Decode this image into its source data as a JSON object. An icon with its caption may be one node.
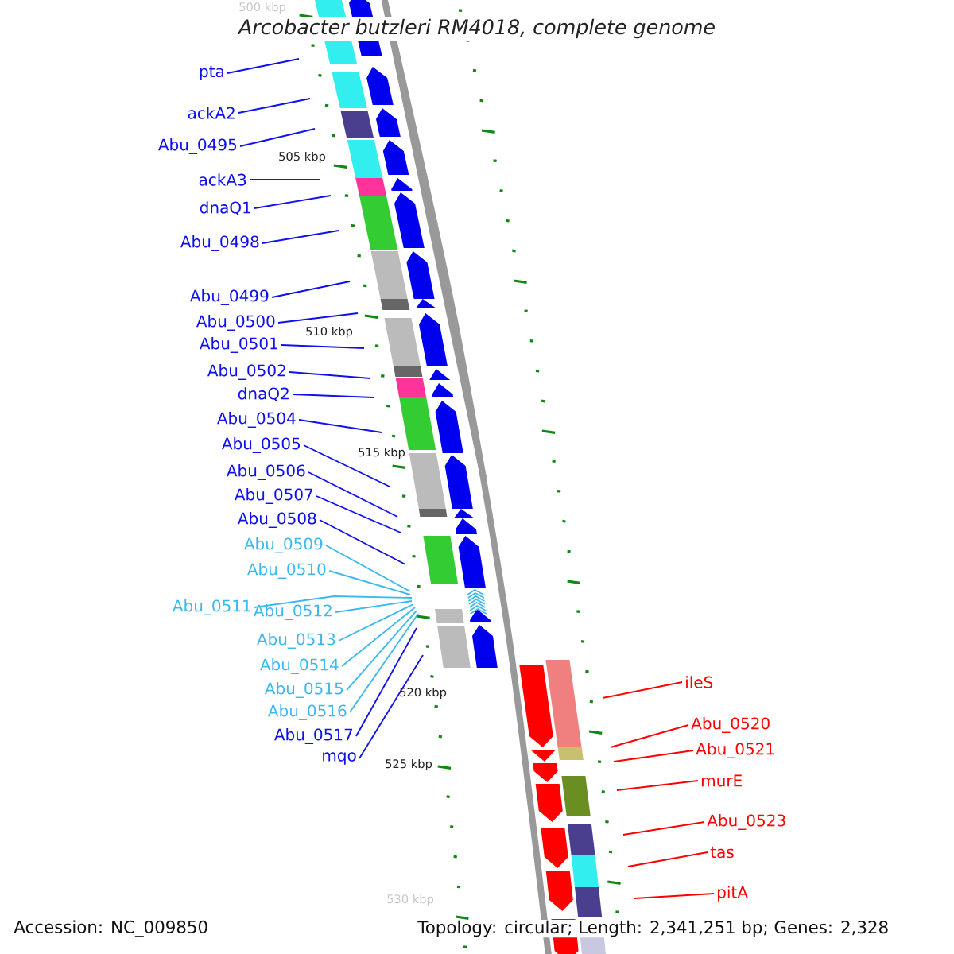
{
  "diagram": {
    "title": "Arcobacter butzleri RM4018, complete genome",
    "nodes": [
      {
        "text": [
          "pta"
        ]
      },
      {
        "text": [
          "ackA2"
        ]
      },
      {
        "text": [
          "Abu_0495"
        ]
      },
      {
        "text": [
          "ackA3"
        ]
      },
      {
        "text": [
          "dnaQ1"
        ]
      },
      {
        "text": [
          "Abu_0498"
        ]
      },
      {
        "text": [
          "Abu_0499"
        ]
      },
      {
        "text": [
          "Abu_0500"
        ]
      },
      {
        "text": [
          "Abu_0501"
        ]
      },
      {
        "text": [
          "Abu_0502"
        ]
      },
      {
        "text": [
          "dnaQ2"
        ]
      },
      {
        "text": [
          "Abu_0504"
        ]
      },
      {
        "text": [
          "Abu_0505"
        ]
      },
      {
        "text": [
          "Abu_0506"
        ]
      },
      {
        "text": [
          "Abu_0507"
        ]
      },
      {
        "text": [
          "Abu_0508"
        ]
      },
      {
        "text": [
          "Abu_0509"
        ]
      },
      {
        "text": [
          "Abu_0510"
        ]
      },
      {
        "text": [
          "Abu_0511"
        ]
      },
      {
        "text": [
          "Abu_0512"
        ]
      },
      {
        "text": [
          "Abu_0513"
        ]
      },
      {
        "text": [
          "Abu_0514"
        ]
      },
      {
        "text": [
          "Abu_0515"
        ]
      },
      {
        "text": [
          "Abu_0516"
        ]
      },
      {
        "text": [
          "Abu_0517"
        ]
      },
      {
        "text": [
          "mqo"
        ]
      },
      {
        "text": [
          "ileS"
        ]
      },
      {
        "text": [
          "Abu_0520"
        ]
      },
      {
        "text": [
          "Abu_0521"
        ]
      },
      {
        "text": [
          "murE"
        ]
      },
      {
        "text": [
          "Abu_0523"
        ]
      },
      {
        "text": [
          "tas"
        ]
      },
      {
        "text": [
          "pitA"
        ]
      }
    ],
    "edges": [
      {
        "from": 0,
        "to": null,
        "arrow": "none"
      },
      {
        "from": 1,
        "to": null,
        "arrow": "none"
      },
      {
        "from": 2,
        "to": null,
        "arrow": "none"
      },
      {
        "from": 3,
        "to": null,
        "arrow": "none"
      },
      {
        "from": 4,
        "to": null,
        "arrow": "none"
      },
      {
        "from": 5,
        "to": null,
        "arrow": "none"
      },
      {
        "from": 6,
        "to": null,
        "arrow": "none"
      },
      {
        "from": 7,
        "to": null,
        "arrow": "none"
      },
      {
        "from": 8,
        "to": null,
        "arrow": "none"
      },
      {
        "from": 9,
        "to": null,
        "arrow": "none"
      },
      {
        "from": 10,
        "to": null,
        "arrow": "none"
      },
      {
        "from": 11,
        "to": null,
        "arrow": "none"
      },
      {
        "from": 12,
        "to": null,
        "arrow": "none"
      },
      {
        "from": 13,
        "to": null,
        "arrow": "none"
      },
      {
        "from": 14,
        "to": null,
        "arrow": "none"
      },
      {
        "from": 15,
        "to": null,
        "arrow": "none"
      },
      {
        "from": 16,
        "to": null,
        "arrow": "none",
        "color": "#3cb8f0"
      },
      {
        "from": 17,
        "to": null,
        "arrow": "none",
        "color": "#3cb8f0"
      },
      {
        "from": 18,
        "to": null,
        "arrow": "none",
        "color": "#3cb8f0"
      },
      {
        "from": 19,
        "to": null,
        "arrow": "none",
        "color": "#3cb8f0"
      },
      {
        "from": 20,
        "to": null,
        "arrow": "none",
        "color": "#3cb8f0"
      },
      {
        "from": 21,
        "to": null,
        "arrow": "none",
        "color": "#3cb8f0"
      },
      {
        "from": 22,
        "to": null,
        "arrow": "none",
        "color": "#3cb8f0"
      },
      {
        "from": 23,
        "to": null,
        "arrow": "none",
        "color": "#3cb8f0"
      },
      {
        "from": 24,
        "to": null,
        "arrow": "none"
      },
      {
        "from": 25,
        "to": null,
        "arrow": "none"
      },
      {
        "from": 26,
        "to": null,
        "arrow": "none",
        "color": "#ff0000"
      },
      {
        "from": 27,
        "to": null,
        "arrow": "none",
        "color": "#ff0000"
      },
      {
        "from": 28,
        "to": null,
        "arrow": "none",
        "color": "#ff0000"
      },
      {
        "from": 29,
        "to": null,
        "arrow": "none",
        "color": "#ff0000"
      },
      {
        "from": 30,
        "to": null,
        "arrow": "none",
        "color": "#ff0000"
      },
      {
        "from": 31,
        "to": null,
        "arrow": "none",
        "color": "#ff0000"
      },
      {
        "from": 32,
        "to": null,
        "arrow": "none",
        "color": "#ff0000"
      }
    ],
    "labels": [
      "500 kbp",
      "505 kbp",
      "510 kbp",
      "515 kbp",
      "520 kbp",
      "525 kbp",
      "530 kbp",
      "Accession: NC_009850",
      "Topology: circular; Length: 2,341,251 bp; Genes: 2,328"
    ]
  }
}
